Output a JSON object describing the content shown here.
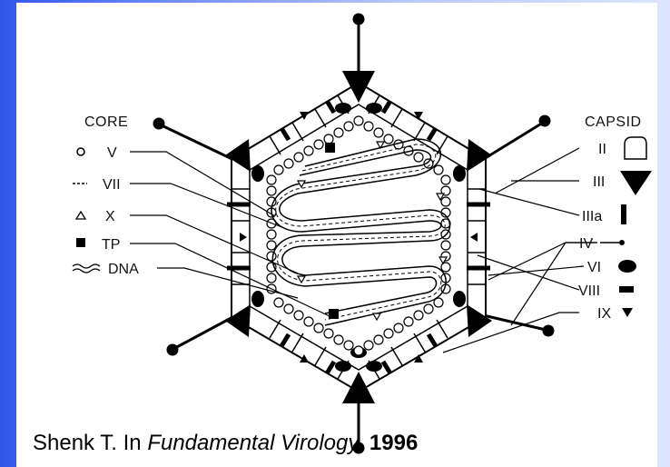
{
  "core": {
    "title": "CORE",
    "items": [
      {
        "symbol": "circle",
        "label": "V"
      },
      {
        "symbol": "dash",
        "label": "VII"
      },
      {
        "symbol": "triangle",
        "label": "X"
      },
      {
        "symbol": "square",
        "label": "TP"
      },
      {
        "symbol": "wave",
        "label": "DNA"
      }
    ]
  },
  "capsid": {
    "title": "CAPSID",
    "items": [
      {
        "symbol": "hexon-block",
        "label": "II"
      },
      {
        "symbol": "big-triangle",
        "label": "III"
      },
      {
        "symbol": "bar",
        "label": "IIIa"
      },
      {
        "symbol": "fiber",
        "label": "IV"
      },
      {
        "symbol": "oval",
        "label": "VI"
      },
      {
        "symbol": "dash-block",
        "label": "VIII"
      },
      {
        "symbol": "small-triangle",
        "label": "IX"
      }
    ]
  },
  "citation": {
    "author": "Shenk T. In",
    "source": "Fundamental Virology,",
    "year": "1996"
  }
}
